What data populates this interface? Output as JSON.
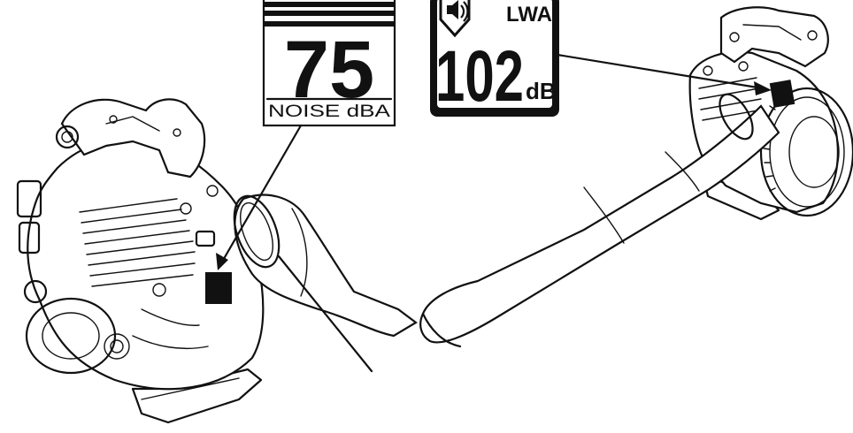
{
  "noise_label": {
    "value": "75",
    "caption": "NOISE dBA"
  },
  "sound_power_label": {
    "symbol": "LWA",
    "value": "102",
    "unit": "dB",
    "icon": "speaker-icon"
  },
  "colors": {
    "ink": "#111111",
    "background": "#ffffff"
  }
}
